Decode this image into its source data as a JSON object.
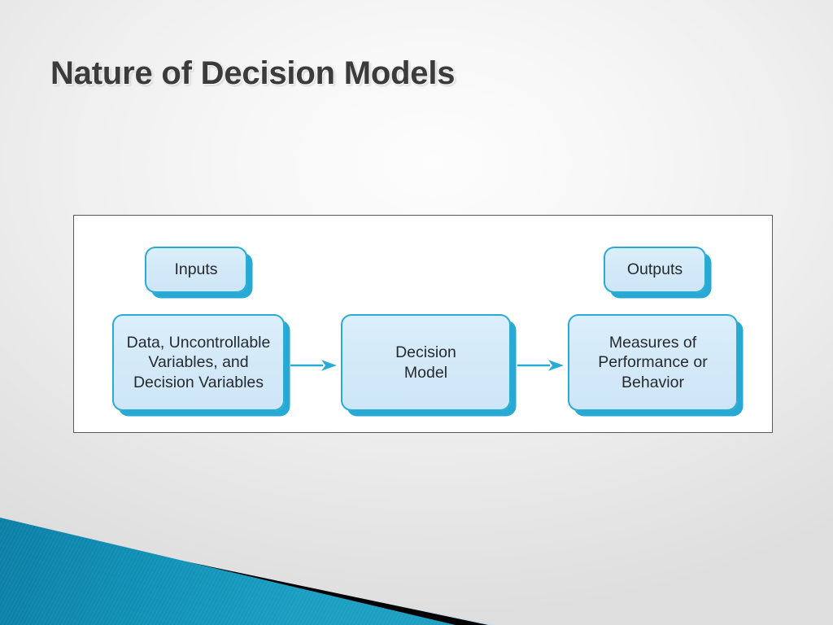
{
  "slide": {
    "title": "Nature of Decision Models",
    "background_color": "#f2f2f2",
    "accent_color": "#2aabd6",
    "title_color": "#3b3b3b"
  },
  "diagram": {
    "frame_border_color": "#5a5a5a",
    "frame_fill": "#ffffff",
    "box_fill": "#d6eaf8",
    "box_border_color": "#2aabd6",
    "box_shadow_color": "#27a9d4",
    "arrow_color": "#2aabd6",
    "labels": {
      "inputs": "Inputs",
      "outputs": "Outputs"
    },
    "nodes": [
      {
        "id": "data",
        "text": "Data, Uncontrollable\nVariables, and\nDecision Variables"
      },
      {
        "id": "model",
        "text": "Decision\nModel"
      },
      {
        "id": "measures",
        "text": "Measures of\nPerformance or\nBehavior"
      }
    ],
    "flow": [
      {
        "from": "data",
        "to": "model",
        "marker": "arrow-right"
      },
      {
        "from": "model",
        "to": "measures",
        "marker": "arrow-right"
      }
    ]
  },
  "decoration": {
    "teal_band_color": "#1a9fc3",
    "black_band_color": "#000000",
    "light_band_color": "#c5d8e4"
  }
}
